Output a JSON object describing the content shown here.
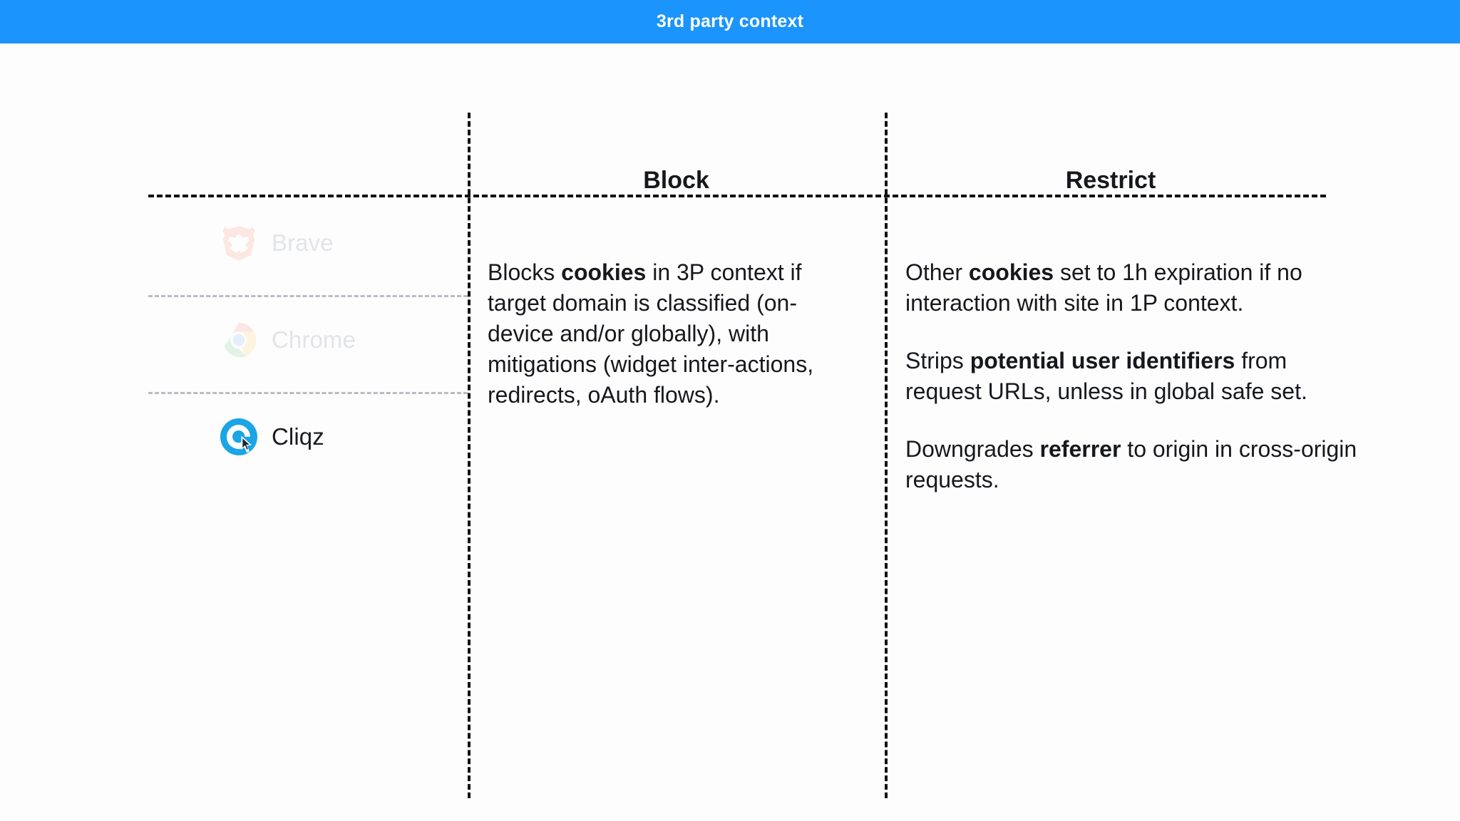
{
  "banner": {
    "title": "3rd party context",
    "background_color": "#1b94fc",
    "text_color": "#ffffff"
  },
  "table": {
    "row_header_label": "",
    "columns": [
      {
        "key": "browser",
        "label": ""
      },
      {
        "key": "block",
        "label": "Block"
      },
      {
        "key": "restrict",
        "label": "Restrict"
      }
    ],
    "browsers": [
      {
        "name": "Brave",
        "icon": "brave-lion-icon",
        "state": "faded"
      },
      {
        "name": "Chrome",
        "icon": "chrome-icon",
        "state": "faded"
      },
      {
        "name": "Cliqz",
        "icon": "cliqz-cursor-icon",
        "state": "active"
      }
    ],
    "cells": {
      "block": [
        [
          {
            "text": "Blocks ",
            "bold": false
          },
          {
            "text": "cookies",
            "bold": true
          },
          {
            "text": " in 3P context if target domain is classified (on-device and/or globally), with mitigations (widget inter-actions, redirects, oAuth flows).",
            "bold": false
          }
        ]
      ],
      "restrict": [
        [
          {
            "text": "Other ",
            "bold": false
          },
          {
            "text": "cookies",
            "bold": true
          },
          {
            "text": " set to 1h expiration if no interaction with site in 1P context.",
            "bold": false
          }
        ],
        [
          {
            "text": "Strips ",
            "bold": false
          },
          {
            "text": "potential user identifiers",
            "bold": true
          },
          {
            "text": " from request URLs, unless in global safe set.",
            "bold": false
          }
        ],
        [
          {
            "text": "Downgrades ",
            "bold": false
          },
          {
            "text": "referrer",
            "bold": true
          },
          {
            "text": " to origin in cross-origin requests.",
            "bold": false
          }
        ]
      ]
    }
  },
  "colors": {
    "accent": "#1b94fc",
    "text": "#16181c",
    "faded_text": "#e2e4e8",
    "divider_dark": "#111111",
    "divider_light": "#b9bcc4",
    "page_background": "#fdfdfd",
    "cliqz_blue": "#1ba5e6",
    "brave_orange": "#fb542b",
    "chrome_red": "#ea4335",
    "chrome_green": "#34a853",
    "chrome_yellow": "#fbbc05",
    "chrome_blue": "#4285f4"
  }
}
